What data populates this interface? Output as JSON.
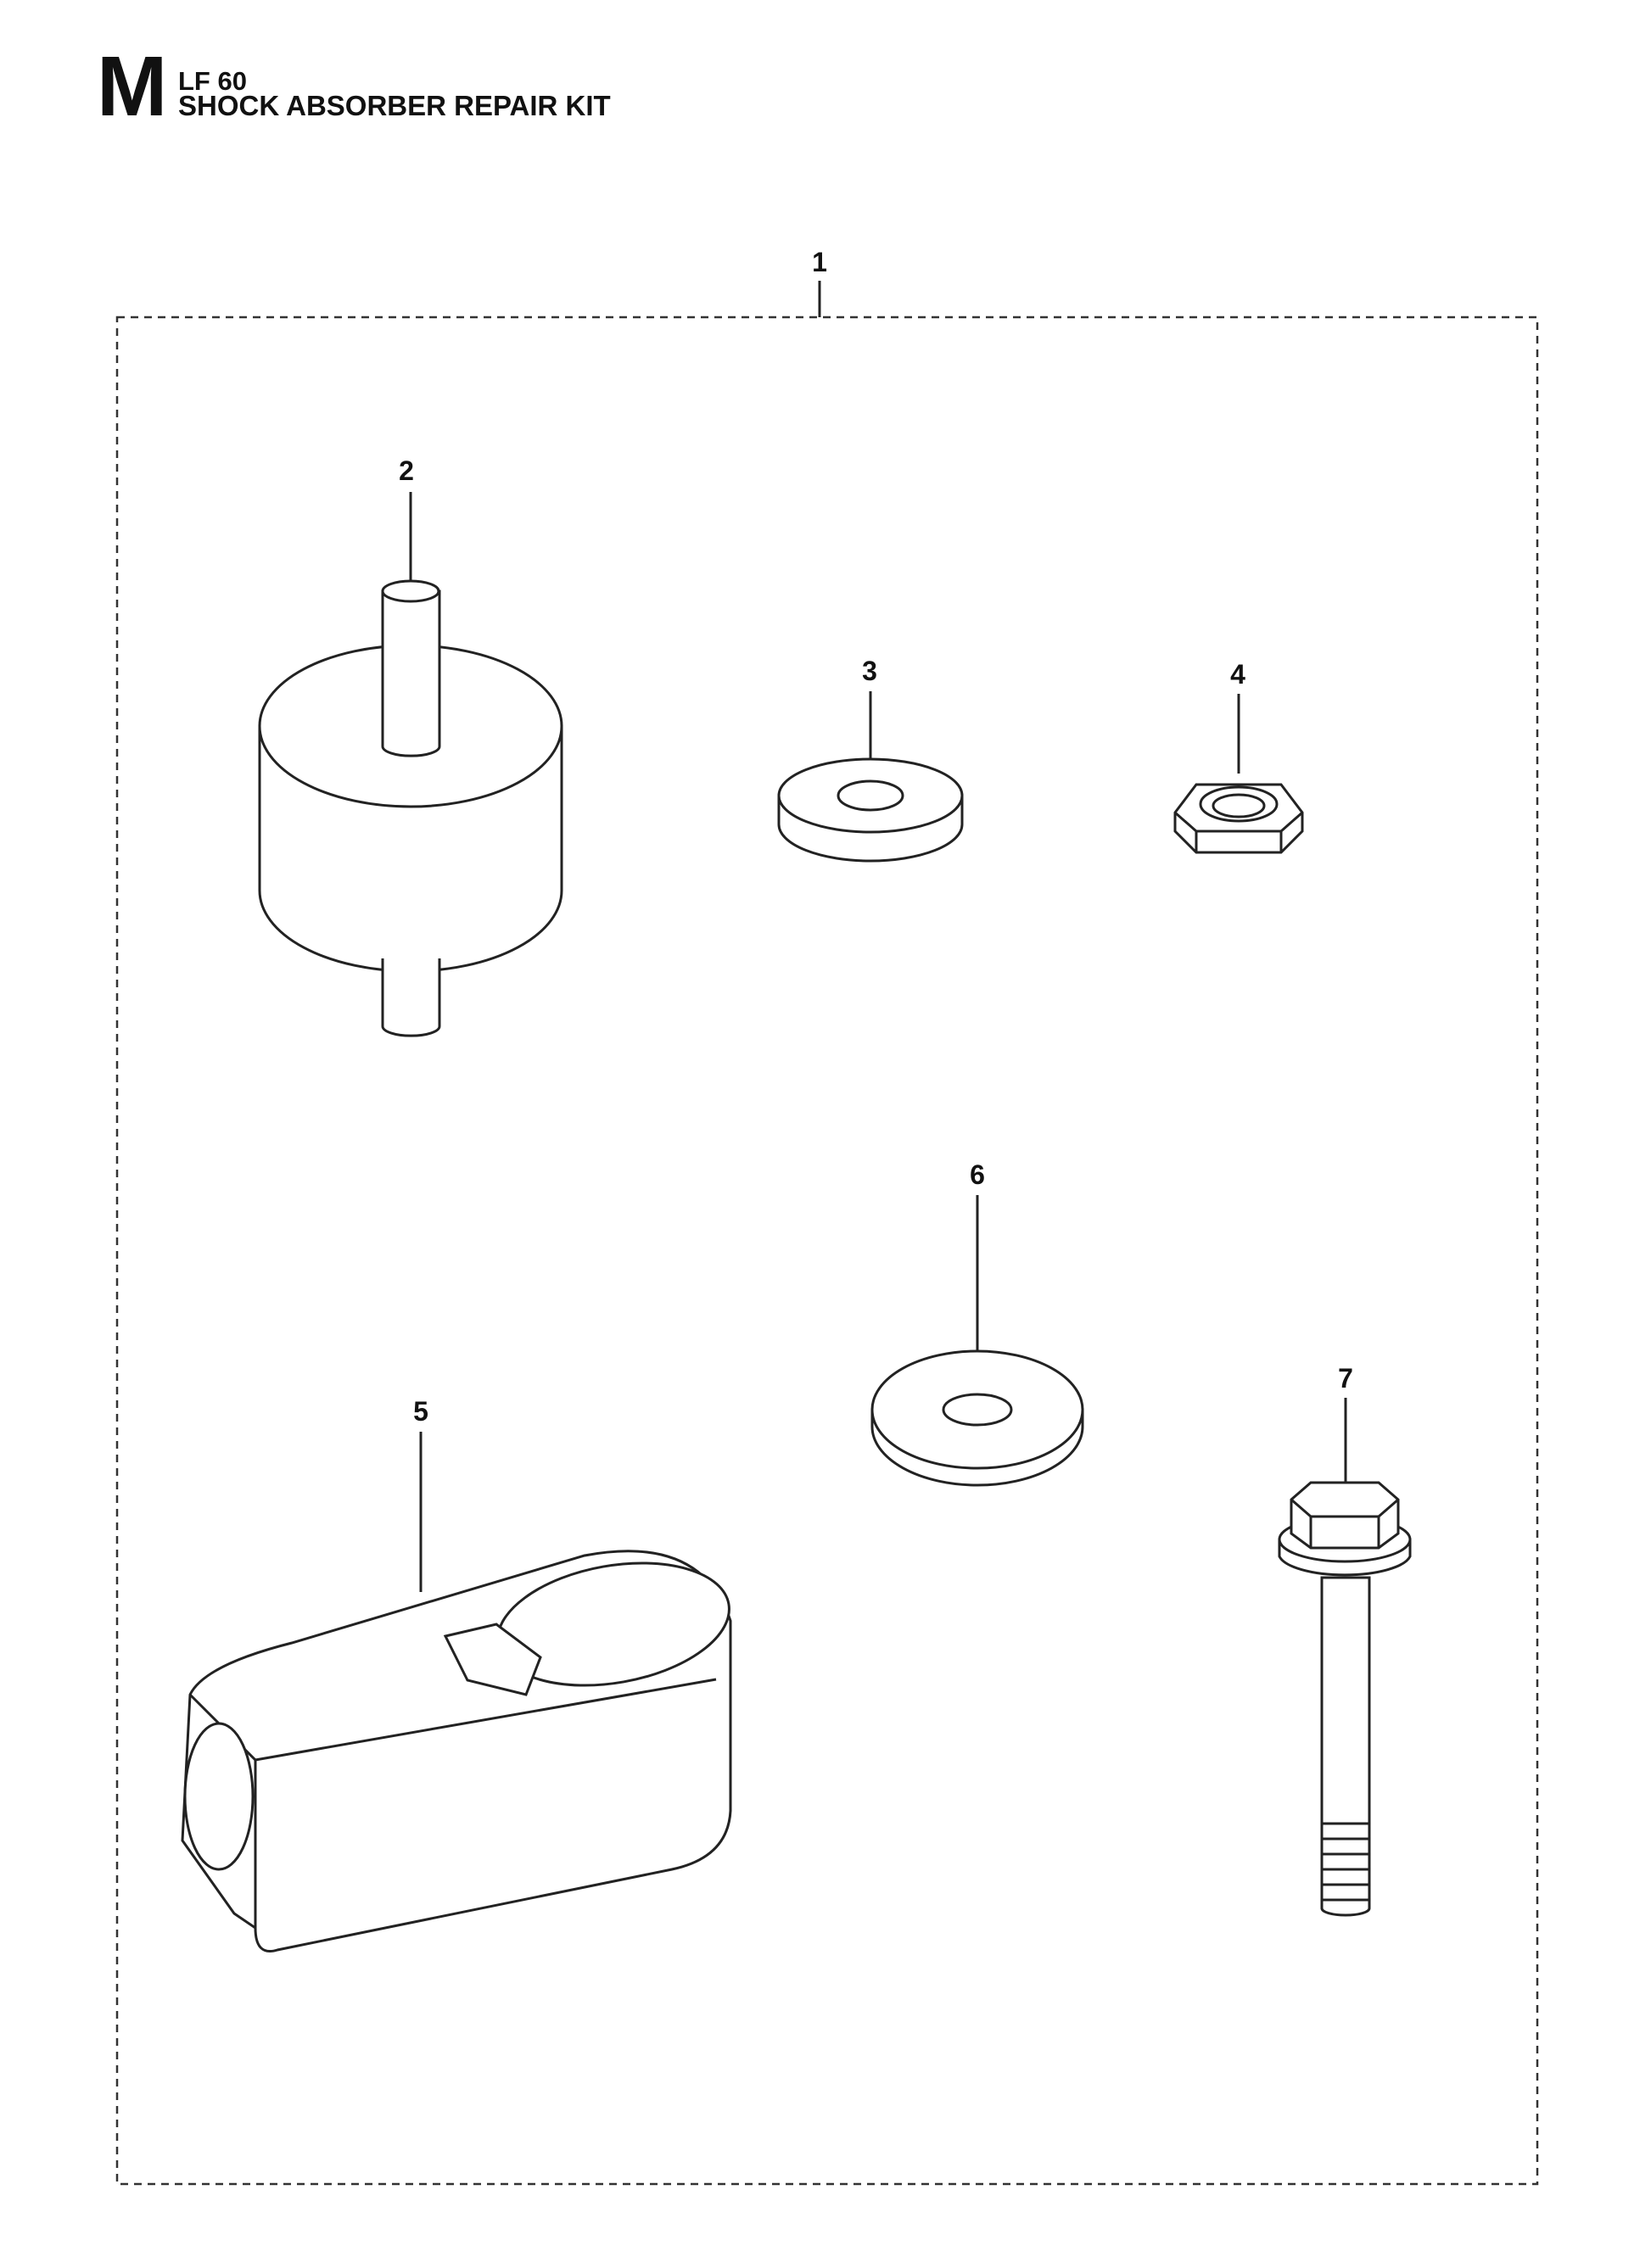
{
  "header": {
    "section_letter": "M",
    "model": "LF 60",
    "title": "SHOCK ABSORBER REPAIR KIT"
  },
  "callouts": [
    {
      "number": "1",
      "part": "repair-kit"
    },
    {
      "number": "2",
      "part": "shock-absorber"
    },
    {
      "number": "3",
      "part": "spacer-washer"
    },
    {
      "number": "4",
      "part": "nut"
    },
    {
      "number": "5",
      "part": "clip"
    },
    {
      "number": "6",
      "part": "flat-washer"
    },
    {
      "number": "7",
      "part": "flange-bolt"
    }
  ]
}
